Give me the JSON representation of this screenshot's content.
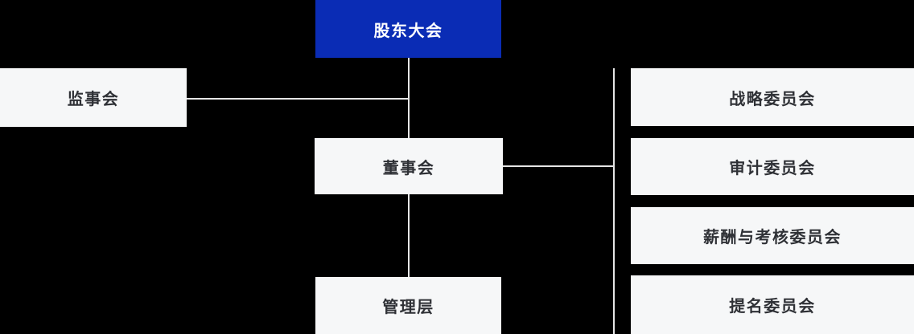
{
  "org_chart": {
    "type": "organization-diagram",
    "root": {
      "label": "股东大会"
    },
    "supervisory": {
      "label": "监事会"
    },
    "board": {
      "label": "董事会"
    },
    "management": {
      "label": "管理层"
    },
    "committees": [
      {
        "label": "战略委员会"
      },
      {
        "label": "审计委员会"
      },
      {
        "label": "薪酬与考核委员会"
      },
      {
        "label": "提名委员会"
      }
    ]
  },
  "colors": {
    "background": "#000000",
    "root_node_bg": "#0a2cb5",
    "root_node_text": "#ffffff",
    "node_bg": "#f6f7f8",
    "node_text": "#2f3136",
    "connector": "#e6e6e6"
  }
}
